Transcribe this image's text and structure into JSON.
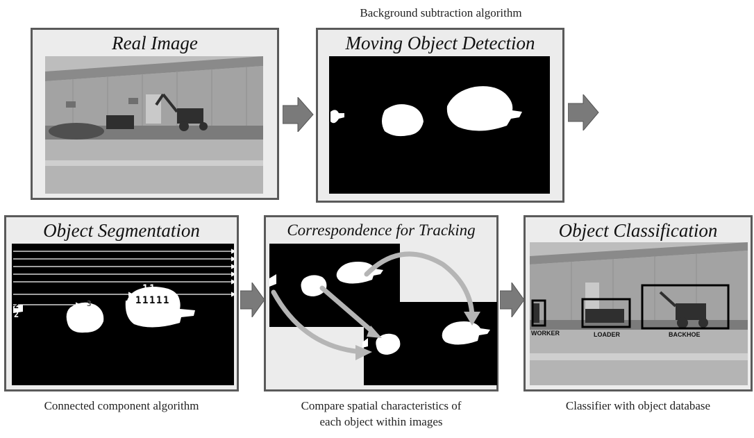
{
  "top_caption": "Background subtraction algorithm",
  "panels": {
    "real_image": {
      "title": "Real Image"
    },
    "detection": {
      "title": "Moving Object Detection"
    },
    "segmentation": {
      "title": "Object Segmentation",
      "labels": [
        "1",
        "1",
        "1",
        "1",
        "1",
        "1",
        "1",
        "3",
        "2",
        "2"
      ]
    },
    "tracking": {
      "title": "Correspondence for Tracking"
    },
    "classification": {
      "title": "Object Classification",
      "labels": {
        "worker": "WORKER",
        "loader": "LOADER",
        "backhoe": "BACKHOE"
      }
    }
  },
  "captions": {
    "segmentation": "Connected component algorithm",
    "tracking_line1": "Compare spatial characteristics of",
    "tracking_line2": "each object within images",
    "classification": "Classifier with object database"
  },
  "colors": {
    "panel_bg": "#ececec",
    "panel_border": "#5a5a5a",
    "arrow_fill": "#7a7a7a"
  }
}
